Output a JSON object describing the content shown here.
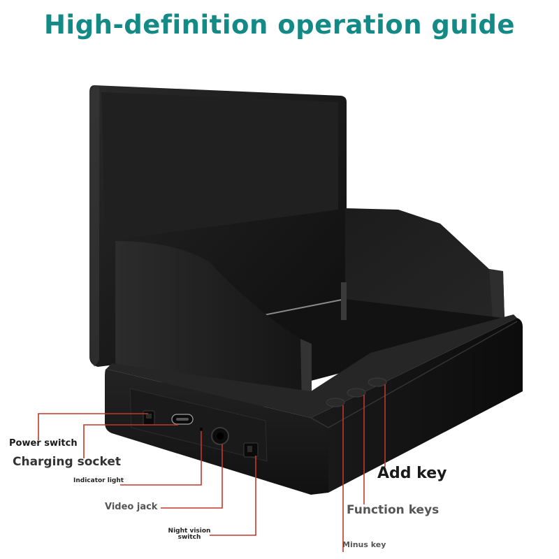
{
  "page": {
    "title": "High-definition operation guide",
    "title_color": "#138a86",
    "leader_color": "#c0392b",
    "device_color": "#1e1e1e"
  },
  "labels": {
    "power_switch": "Power switch",
    "charging_socket": "Charging socket",
    "indicator_light": "Indicator light",
    "video_jack": "Video jack",
    "night_vision_switch": "Night vision switch",
    "add_key": "Add key",
    "function_keys": "Function keys",
    "minus_key": "Minus key"
  }
}
